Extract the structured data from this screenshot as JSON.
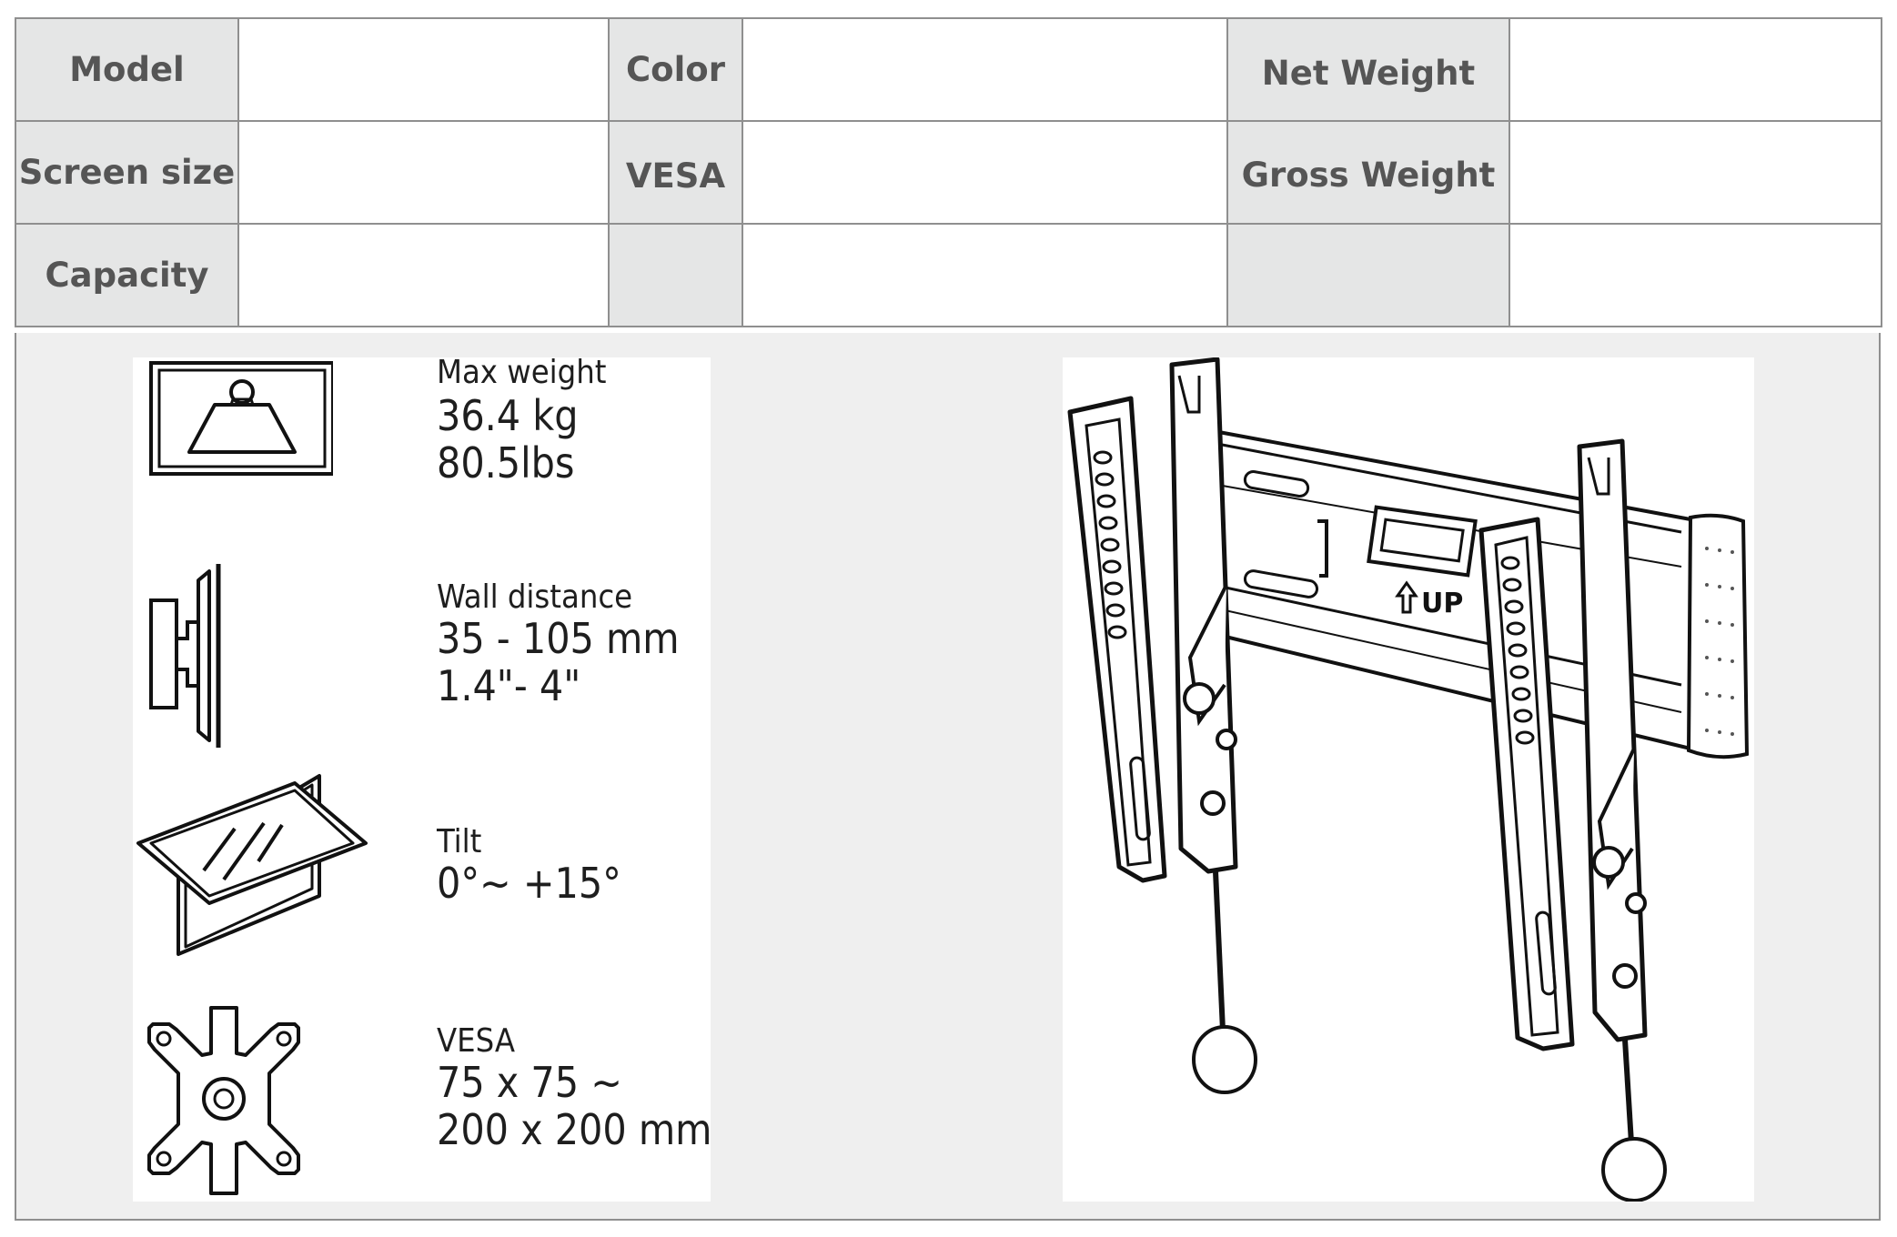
{
  "spec_table": {
    "row1": {
      "model": "Model",
      "color": "Color",
      "net_weight": "Net Weight"
    },
    "row2": {
      "screen_size": "Screen size",
      "vesa": "VESA",
      "gross_weight": "Gross Weight"
    },
    "row3": {
      "capacity": "Capacity"
    }
  },
  "features": {
    "max_weight": {
      "title": "Max weight",
      "line1": "36.4 kg",
      "line2": "80.5lbs",
      "icon": "weight-icon"
    },
    "wall_distance": {
      "title": "Wall distance",
      "line1": "35 - 105 mm",
      "line2": "1.4\"- 4\"",
      "icon": "wall-distance-icon"
    },
    "tilt": {
      "title": "Tilt",
      "line1": "0°~ +15°",
      "icon": "tilt-icon"
    },
    "vesa": {
      "title": "VESA",
      "line1": "75 x 75 ~",
      "line2": "200 x 200 mm",
      "icon": "vesa-plate-icon"
    }
  },
  "product": {
    "arrow_label": "UP"
  },
  "colors": {
    "label_bg": "#e5e6e6",
    "border": "#8f8f8f",
    "lower_bg": "#efefef",
    "label_text": "#555555"
  }
}
